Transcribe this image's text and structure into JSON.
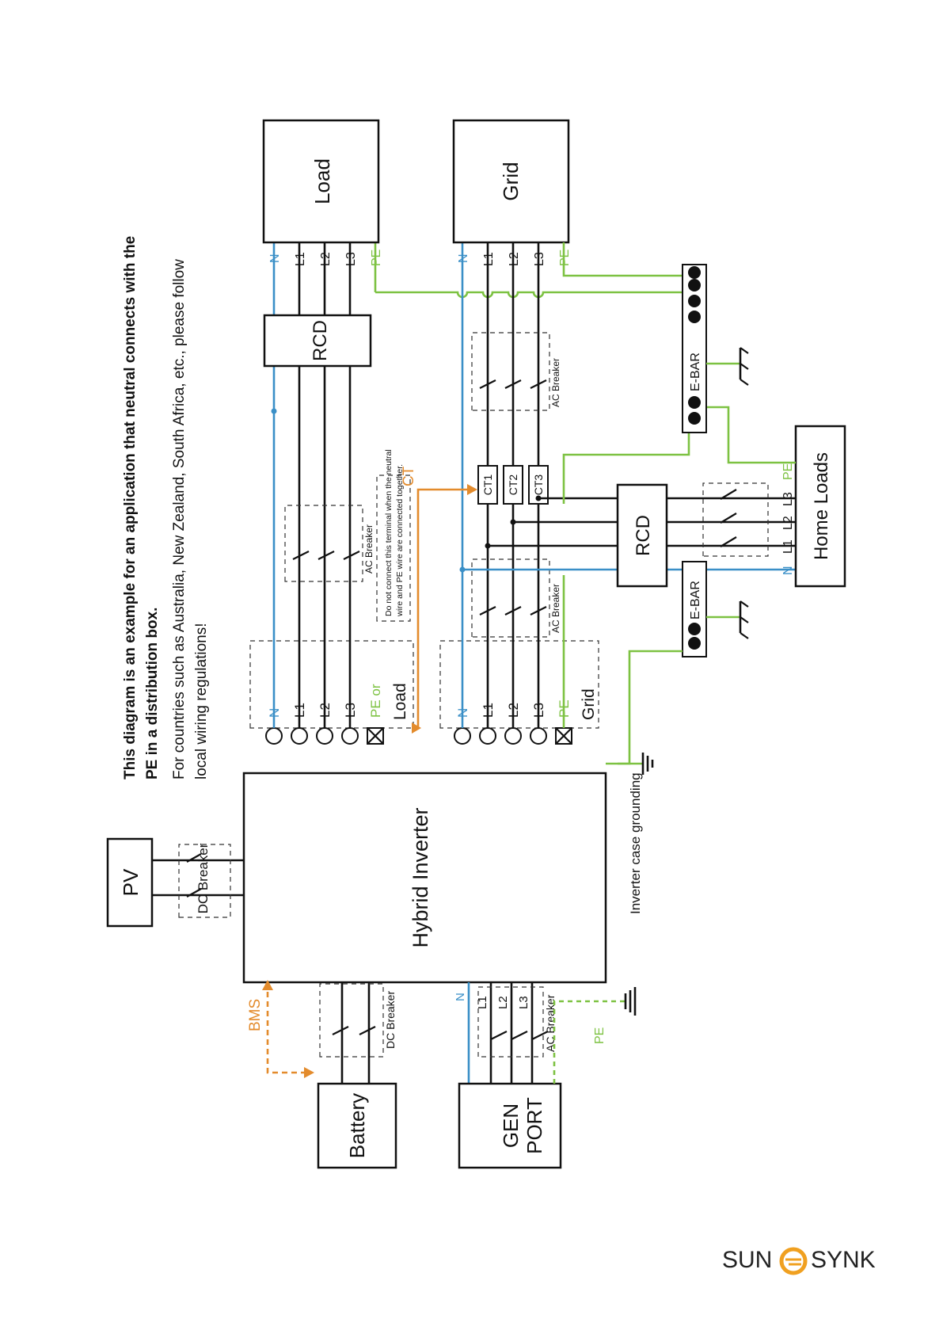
{
  "heading": {
    "line1": "This diagram is an example for an application that neutral connects with the",
    "line2": "PE in a distribution box.",
    "line3": "For countries such as Australia, New Zealand, South Africa, etc., please follow",
    "line4": "local wiring regulations!"
  },
  "boxes": {
    "pv": "PV",
    "inverter": "Hybrid Inverter",
    "load": "Load",
    "grid": "Grid",
    "rcd_load": "RCD",
    "rcd_home": "RCD",
    "home_loads": "Home Loads",
    "battery": "Battery",
    "gen_port_1": "GEN",
    "gen_port_2": "PORT",
    "ebar_top": "E-BAR",
    "ebar_mid": "E-BAR"
  },
  "labels": {
    "dc_breaker": "DC Breaker",
    "ac_breaker": "AC Breaker",
    "bms": "BMS",
    "ct": "CT",
    "pe": "PE",
    "inverter_case_grounding": "Inverter case grounding",
    "note_line1": "Do not connect this terminal when the neutral",
    "note_line2": "wire and PE wire are connected together.",
    "pe_or": "PE or",
    "load_terminal": "Load",
    "grid_terminal": "Grid"
  },
  "conductors": {
    "n": "N",
    "l1": "L1",
    "l2": "L2",
    "l3": "L3",
    "pe": "PE"
  },
  "ct_sensors": [
    "CT1",
    "CT2",
    "CT3"
  ],
  "colors": {
    "neutral": "#3a8fc7",
    "earth": "#7dc242",
    "communication": "#e38b2c",
    "line": "#111111",
    "logo_accent": "#f0a020"
  },
  "logo": {
    "left": "SUN",
    "right": "SYNK"
  }
}
